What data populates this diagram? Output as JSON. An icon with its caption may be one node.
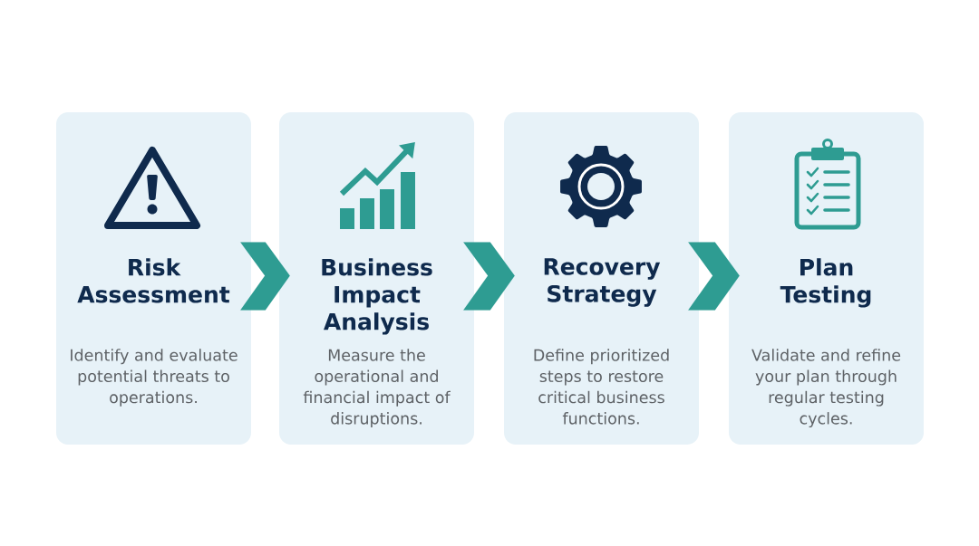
{
  "diagram": {
    "nodes": [
      {
        "text": [
          "Risk Assessment",
          "Identify and evaluate potential threats to operations."
        ]
      },
      {
        "text": [
          "Business Impact Analysis",
          "Measure the operational and financial impact of disruptions."
        ]
      },
      {
        "text": [
          "Recovery Strategy",
          "Define prioritized steps to restore critical business functions."
        ]
      },
      {
        "text": [
          "Plan Testing",
          "Validate and refine your plan through regular testing cycles."
        ]
      }
    ],
    "edges": [
      {
        "from": 0,
        "to": 1,
        "arrow": "to"
      },
      {
        "from": 1,
        "to": 2,
        "arrow": "to"
      },
      {
        "from": 2,
        "to": 3,
        "arrow": "to"
      }
    ]
  }
}
